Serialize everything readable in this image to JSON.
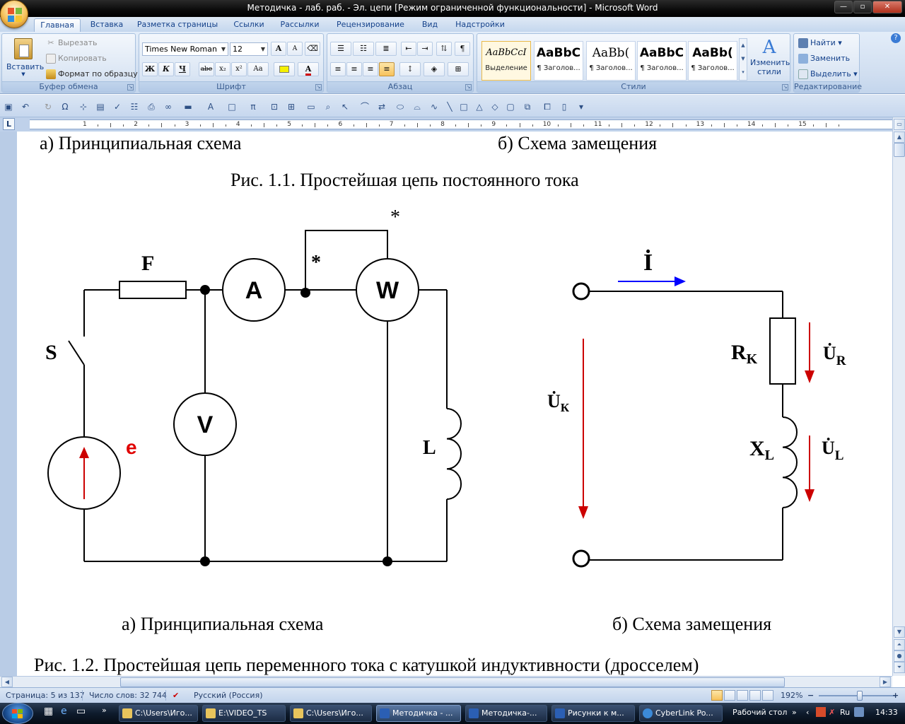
{
  "window": {
    "title": "Методичка - лаб. раб. - Эл. цепи [Режим ограниченной функциональности] - Microsoft Word",
    "controls": {
      "minimize": "—",
      "maximize": "▫",
      "close": "✕"
    }
  },
  "tabs": [
    "Главная",
    "Вставка",
    "Разметка страницы",
    "Ссылки",
    "Рассылки",
    "Рецензирование",
    "Вид",
    "Надстройки"
  ],
  "ribbon": {
    "clipboard": {
      "label": "Буфер обмена",
      "paste": "Вставить",
      "cut": "Вырезать",
      "copy": "Копировать",
      "format_painter": "Формат по образцу"
    },
    "font": {
      "label": "Шрифт",
      "font_name": "Times New Roman",
      "font_size": "12",
      "bold": "Ж",
      "italic": "К",
      "underline": "Ч",
      "strike": "abe",
      "subscript": "x₂",
      "superscript": "x²",
      "case": "Aa",
      "grow": "A",
      "shrink": "A"
    },
    "paragraph": {
      "label": "Абзац"
    },
    "styles": {
      "label": "Стили",
      "items": [
        {
          "sample": "AaBbCcI",
          "name": "Выделение"
        },
        {
          "sample": "AaBbC",
          "name": "¶ Заголов..."
        },
        {
          "sample": "AaBb(",
          "name": "¶ Заголов..."
        },
        {
          "sample": "AaBbC",
          "name": "¶ Заголов..."
        },
        {
          "sample": "AaBb(",
          "name": "¶ Заголов..."
        }
      ],
      "change_styles_line1": "Изменить",
      "change_styles_line2": "стили"
    },
    "editing": {
      "label": "Редактирование",
      "find": "Найти",
      "replace": "Заменить",
      "select": "Выделить"
    }
  },
  "ruler": {
    "numbers": [
      "1",
      "2",
      "3",
      "4",
      "5",
      "6",
      "7",
      "8",
      "9",
      "10",
      "11",
      "12",
      "13",
      "14",
      "15"
    ],
    "tab_selector": "L"
  },
  "document": {
    "line1_left": "а)  Принципиальная схема",
    "line1_right": "б)  Схема замещения",
    "fig1_caption": "Рис. 1.1.  Простейшая цепь постоянного тока",
    "schematic": {
      "fuse": "F",
      "ammeter": "A",
      "wattmeter": "W",
      "voltmeter": "V",
      "switch": "S",
      "source": "e",
      "inductor": "L",
      "star": "*"
    },
    "equivalent": {
      "current": "İ",
      "uk": "U̇",
      "uk_sub": "К",
      "rk": "R",
      "rk_sub": "K",
      "ur": "U̇",
      "ur_sub": "R",
      "xl": "X",
      "xl_sub": "L",
      "ul": "U̇",
      "ul_sub": "L"
    },
    "line2_left": "а)  Принципиальная схема",
    "line2_right": "б)   Схема замещения",
    "fig2_caption": "Рис. 1.2. Простейшая цепь переменного тока с катушкой индуктивности (дросселем)"
  },
  "statusbar": {
    "page": "Страница: 5 из 137",
    "words": "Число слов: 32 744",
    "language": "Русский (Россия)",
    "zoom": "192%",
    "zoom_minus": "−",
    "zoom_plus": "+"
  },
  "taskbar": {
    "items": [
      "C:\\Users\\Иго...",
      "E:\\VIDEO_TS",
      "C:\\Users\\Иго...",
      "Методичка - ...",
      "Методичка-...",
      "Рисунки к м...",
      "CyberLink Po..."
    ],
    "desktop": "Рабочий стол",
    "overflow": "»",
    "lang": "Ru",
    "time": "14:33"
  },
  "colors": {
    "red": "#cc0000",
    "blue": "#0000ff",
    "accent": "#15428b"
  }
}
